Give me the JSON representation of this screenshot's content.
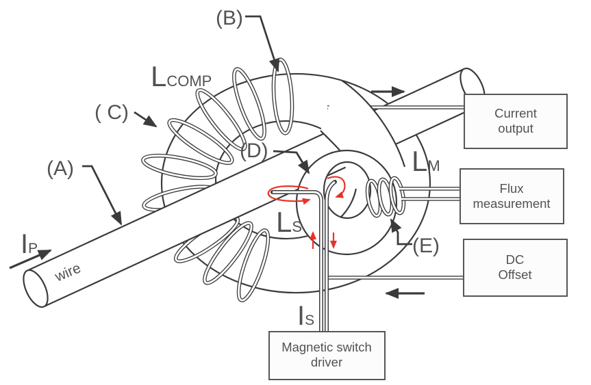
{
  "colors": {
    "line": "#3b3b3d",
    "text": "#525254",
    "red": "#e63329",
    "box_border": "#55555a",
    "box_fill": "#fcfcfc",
    "background": "#ffffff"
  },
  "labels": {
    "a": "(A)",
    "b": "(B)",
    "c": "( C)",
    "d": "(D)",
    "e": "(E)",
    "l_comp_base": "L",
    "l_comp_sub": "COMP",
    "l_m_base": "L",
    "l_m_sub": "M",
    "l_s_base": "L",
    "l_s_sub": "S",
    "i_p_base": "I",
    "i_p_sub": "P",
    "i_s_base": "I",
    "i_s_sub": "S",
    "wire": "wire"
  },
  "boxes": {
    "current_output": {
      "line1": "Current",
      "line2": "output"
    },
    "flux_measurement": {
      "line1": "Flux",
      "line2": "measurement"
    },
    "dc_offset": {
      "line1": "DC",
      "line2": "Offset"
    },
    "magnetic_switch_driver": {
      "line1": "Magnetic switch",
      "line2": "driver"
    }
  }
}
